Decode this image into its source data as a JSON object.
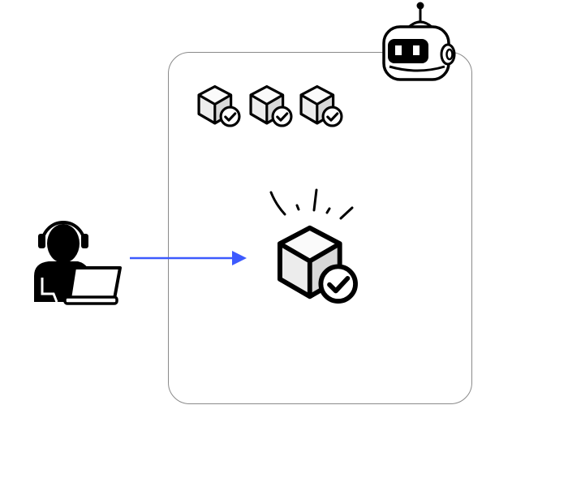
{
  "diagram": {
    "nodes": [
      {
        "id": "user",
        "icon": "support-agent-laptop-icon"
      },
      {
        "id": "container",
        "shape": "rounded-rectangle"
      },
      {
        "id": "robot",
        "icon": "robot-icon"
      },
      {
        "id": "small-cube-1",
        "icon": "verified-cube-icon"
      },
      {
        "id": "small-cube-2",
        "icon": "verified-cube-icon"
      },
      {
        "id": "small-cube-3",
        "icon": "verified-cube-icon"
      },
      {
        "id": "main-cube",
        "icon": "verified-cube-shining-icon"
      }
    ],
    "edges": [
      {
        "from": "user",
        "to": "main-cube",
        "color": "#3d5afe"
      }
    ],
    "colors": {
      "arrow": "#3d5afe",
      "container_border": "#8a8a8a",
      "cube_fill": "#ececec",
      "ink": "#000000"
    }
  }
}
